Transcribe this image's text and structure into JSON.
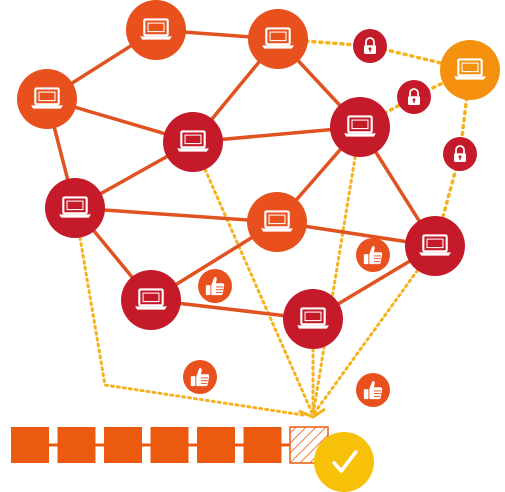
{
  "colors": {
    "red": "#c41a2a",
    "orange_red": "#e8501e",
    "orange": "#f5900f",
    "edge": "#e0521f",
    "dotted": "#f5b21e",
    "block": "#ec5a10",
    "check": "#f7c10a",
    "white": "#ffffff"
  },
  "nodes": [
    {
      "id": "n1",
      "color": "orange_red",
      "icon": "laptop-icon"
    },
    {
      "id": "n2",
      "color": "orange_red",
      "icon": "laptop-icon"
    },
    {
      "id": "n3",
      "color": "orange_red",
      "icon": "laptop-icon"
    },
    {
      "id": "n4",
      "color": "orange",
      "icon": "laptop-icon"
    },
    {
      "id": "n5",
      "color": "red",
      "icon": "laptop-icon"
    },
    {
      "id": "n6",
      "color": "red",
      "icon": "laptop-icon"
    },
    {
      "id": "n7",
      "color": "red",
      "icon": "laptop-icon"
    },
    {
      "id": "n8",
      "color": "orange_red",
      "icon": "laptop-icon"
    },
    {
      "id": "n9",
      "color": "red",
      "icon": "laptop-icon"
    },
    {
      "id": "n10",
      "color": "red",
      "icon": "laptop-icon"
    },
    {
      "id": "n11",
      "color": "red",
      "icon": "laptop-icon"
    }
  ],
  "locks": [
    {
      "id": "l1",
      "icon": "lock-icon"
    },
    {
      "id": "l2",
      "icon": "lock-icon"
    },
    {
      "id": "l3",
      "icon": "lock-icon"
    }
  ],
  "thumbs": [
    {
      "id": "t1",
      "icon": "thumbs-up-icon"
    },
    {
      "id": "t2",
      "icon": "thumbs-up-icon"
    },
    {
      "id": "t3",
      "icon": "thumbs-up-icon"
    },
    {
      "id": "t4",
      "icon": "thumbs-up-icon"
    }
  ],
  "edges": [
    [
      "n1",
      "n2"
    ],
    [
      "n2",
      "n3"
    ],
    [
      "n1",
      "n5"
    ],
    [
      "n3",
      "n5"
    ],
    [
      "n3",
      "n6"
    ],
    [
      "n5",
      "n6"
    ],
    [
      "n1",
      "n7"
    ],
    [
      "n5",
      "n7"
    ],
    [
      "n7",
      "n8"
    ],
    [
      "n6",
      "n8"
    ],
    [
      "n8",
      "n9"
    ],
    [
      "n6",
      "n9"
    ],
    [
      "n7",
      "n10"
    ],
    [
      "n8",
      "n10"
    ],
    [
      "n10",
      "n11"
    ],
    [
      "n9",
      "n11"
    ]
  ],
  "dotted_edges": [
    [
      "n3",
      "l1"
    ],
    [
      "l1",
      "n4"
    ],
    [
      "n6",
      "l2"
    ],
    [
      "l2",
      "n4"
    ],
    [
      "n4",
      "l3"
    ],
    [
      "l3",
      "n9"
    ]
  ],
  "flow_sources": [
    "n7",
    "n5",
    "n6",
    "n11",
    "n9"
  ],
  "chain": {
    "confirmed_blocks": 6,
    "pending_blocks": 1,
    "status_icon": "checkmark-icon"
  }
}
